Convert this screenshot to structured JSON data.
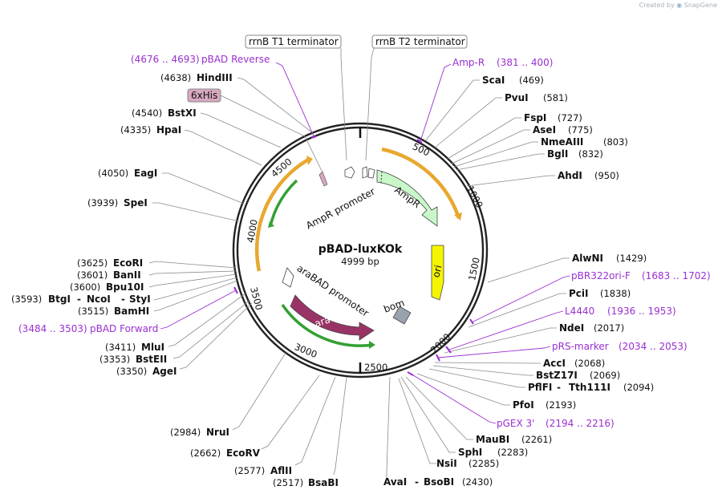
{
  "app": {
    "created_by": "Created by",
    "brand": "SnapGene"
  },
  "map": {
    "name": "pBAD-luxKOk",
    "length_label": "4999 bp",
    "length": 4999,
    "scale_ticks": [
      "500",
      "1000",
      "1500",
      "2000",
      "2500",
      "3000",
      "3500",
      "4000",
      "4500"
    ]
  },
  "features": {
    "ampr_promoter": "AmpR promoter",
    "ampr": "AmpR",
    "ori": "ori",
    "bom": "bom",
    "arac": "araC",
    "arabad_promoter": "araBAD promoter"
  },
  "boxed_labels": {
    "rrnb_t1": "rrnB T1 terminator",
    "rrnb_t2": "rrnB T2 terminator",
    "sixhis": "6xHis"
  },
  "sites": [
    {
      "id": "ScaI",
      "name": "ScaI",
      "pos": "(469)"
    },
    {
      "id": "PvuI",
      "name": "PvuI",
      "pos": "(581)"
    },
    {
      "id": "FspI",
      "name": "FspI",
      "pos": "(727)"
    },
    {
      "id": "AseI",
      "name": "AseI",
      "pos": "(775)"
    },
    {
      "id": "NmeAIII",
      "name": "NmeAIII",
      "pos": "(803)"
    },
    {
      "id": "BglI",
      "name": "BglI",
      "pos": "(832)"
    },
    {
      "id": "AhdI",
      "name": "AhdI",
      "pos": "(950)"
    },
    {
      "id": "AlwNI",
      "name": "AlwNI",
      "pos": "(1429)"
    },
    {
      "id": "PciI",
      "name": "PciI",
      "pos": "(1838)"
    },
    {
      "id": "NdeI",
      "name": "NdeI",
      "pos": "(2017)"
    },
    {
      "id": "AccI",
      "name": "AccI",
      "pos": "(2068)"
    },
    {
      "id": "BstZ17I",
      "name": "BstZ17I",
      "pos": "(2069)"
    },
    {
      "id": "PflFI",
      "name": "PflFI",
      "name2": "Tth111I",
      "pos": "(2094)"
    },
    {
      "id": "PfoI",
      "name": "PfoI",
      "pos": "(2193)"
    },
    {
      "id": "MauBI",
      "name": "MauBI",
      "pos": "(2261)"
    },
    {
      "id": "SphI",
      "name": "SphI",
      "pos": "(2283)"
    },
    {
      "id": "NsiI",
      "name": "NsiI",
      "pos": "(2285)"
    },
    {
      "id": "AvaI",
      "name": "AvaI",
      "name2": "BsoBI",
      "pos": "(2430)"
    },
    {
      "id": "BsaBI",
      "name": "BsaBI",
      "pos": "(2517)"
    },
    {
      "id": "AflII",
      "name": "AflII",
      "pos": "(2577)"
    },
    {
      "id": "EcoRV",
      "name": "EcoRV",
      "pos": "(2662)"
    },
    {
      "id": "NruI",
      "name": "NruI",
      "pos": "(2984)"
    },
    {
      "id": "AgeI",
      "name": "AgeI",
      "pos": "(3350)"
    },
    {
      "id": "BstEII",
      "name": "BstEII",
      "pos": "(3353)"
    },
    {
      "id": "MluI",
      "name": "MluI",
      "pos": "(3411)"
    },
    {
      "id": "BamHI",
      "name": "BamHI",
      "pos": "(3515)"
    },
    {
      "id": "BtgI",
      "name": "BtgI",
      "name2": "NcoI",
      "name3": "StyI",
      "pos": "(3593)"
    },
    {
      "id": "Bpu10I",
      "name": "Bpu10I",
      "pos": "(3600)"
    },
    {
      "id": "BanII",
      "name": "BanII",
      "pos": "(3601)"
    },
    {
      "id": "EcoRI",
      "name": "EcoRI",
      "pos": "(3625)"
    },
    {
      "id": "SpeI",
      "name": "SpeI",
      "pos": "(3939)"
    },
    {
      "id": "EagI",
      "name": "EagI",
      "pos": "(4050)"
    },
    {
      "id": "HpaI",
      "name": "HpaI",
      "pos": "(4335)"
    },
    {
      "id": "BstXI",
      "name": "BstXI",
      "pos": "(4540)"
    },
    {
      "id": "HindIII",
      "name": "HindIII",
      "pos": "(4638)"
    }
  ],
  "primers": [
    {
      "id": "pbad_reverse",
      "name": "pBAD Reverse",
      "pos": "(4676 .. 4693)"
    },
    {
      "id": "amp_r",
      "name": "Amp-R",
      "pos": "(381 .. 400)"
    },
    {
      "id": "pbr322ori_f",
      "name": "pBR322ori-F",
      "pos": "(1683 .. 1702)"
    },
    {
      "id": "l4440",
      "name": "L4440",
      "pos": "(1936 .. 1953)"
    },
    {
      "id": "prs_marker",
      "name": "pRS-marker",
      "pos": "(2034 .. 2053)"
    },
    {
      "id": "pgex3",
      "name": "pGEX 3'",
      "pos": "(2194 .. 2216)"
    },
    {
      "id": "pbad_forward",
      "name": "pBAD Forward",
      "pos": "(3484 .. 3503)"
    }
  ],
  "colors": {
    "ampr_fill": "#c9f7c9",
    "ori_fill": "#f5f500",
    "arac_fill": "#993366",
    "bom_fill": "#9aa3ad",
    "orange_arc": "#e8a830",
    "green_arc": "#33a033",
    "primer": "#9a2fd0",
    "sixhis_fill": "#d8a8c0"
  }
}
